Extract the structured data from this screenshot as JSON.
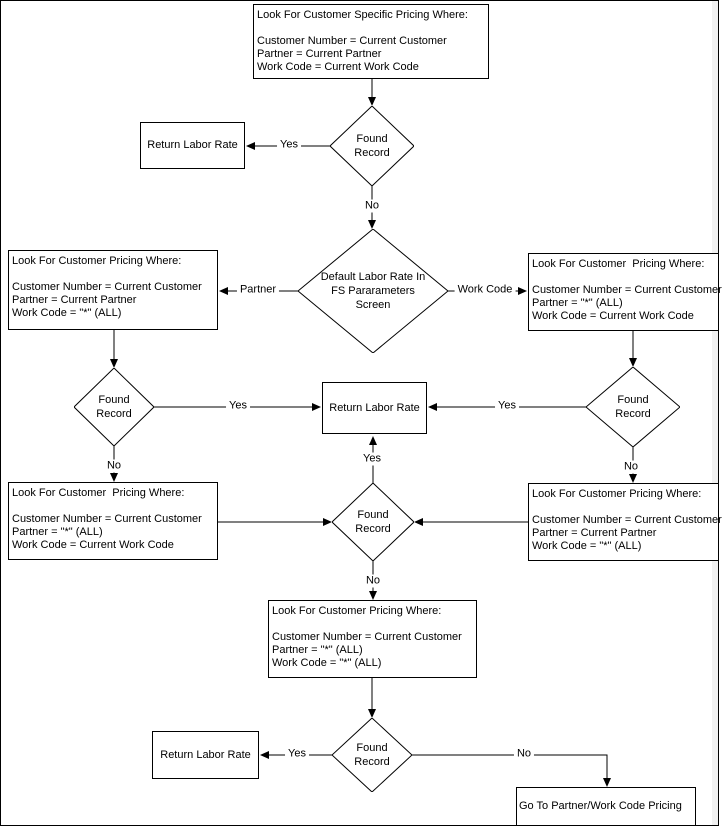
{
  "colors": {
    "line": "#000000",
    "background": "#ffffff",
    "gutter": "#f1f1f1"
  },
  "nodes": {
    "start": {
      "title": "Look For Customer Specific Pricing Where:",
      "cond1": "Customer Number = Current Customer",
      "cond2": "Partner = Current Partner",
      "cond3": "Work Code = Current Work Code"
    },
    "found1": {
      "line1": "Found",
      "line2": "Record"
    },
    "return1": {
      "label": "Return Labor Rate"
    },
    "fs_default": {
      "line1": "Default Labor Rate In",
      "line2": "FS Pararameters",
      "line3": "Screen"
    },
    "partner_branch_box": {
      "title": "Look For Customer Pricing Where:",
      "cond1": "Customer Number = Current Customer",
      "cond2": "Partner = Current Partner",
      "cond3": "Work Code = \"*\" (ALL)"
    },
    "workcode_branch_box": {
      "title": "Look For Customer  Pricing Where:",
      "cond1": "Customer Number = Current Customer",
      "cond2": "Partner = \"*\" (ALL)",
      "cond3": "Work Code = Current Work Code"
    },
    "found2": {
      "line1": "Found",
      "line2": "Record"
    },
    "found3": {
      "line1": "Found",
      "line2": "Record"
    },
    "return2": {
      "label": "Return Labor Rate"
    },
    "left_retry_box": {
      "title": "Look For Customer  Pricing Where:",
      "cond1": "Customer Number = Current Customer",
      "cond2": "Partner = \"*\" (ALL)",
      "cond3": "Work Code = Current Work Code"
    },
    "right_retry_box": {
      "title": "Look For Customer Pricing Where:",
      "cond1": "Customer Number = Current Customer",
      "cond2": "Partner = Current Partner",
      "cond3": "Work Code = \"*\" (ALL)"
    },
    "found4": {
      "line1": "Found",
      "line2": "Record"
    },
    "all_wildcard_box": {
      "title": "Look For Customer Pricing Where:",
      "cond1": "Customer Number = Current Customer",
      "cond2": "Partner = \"*\" (ALL)",
      "cond3": "Work Code = \"*\" (ALL)"
    },
    "found5": {
      "line1": "Found",
      "line2": "Record"
    },
    "return3": {
      "label": "Return Labor Rate"
    },
    "goto": {
      "label": "Go To Partner/Work Code Pricing"
    }
  },
  "edges": {
    "yes1": "Yes",
    "no1": "No",
    "partner": "Partner",
    "work_code": "Work Code",
    "yes2": "Yes",
    "no2": "No",
    "yes3": "Yes",
    "no3": "No",
    "yes4": "Yes",
    "no4": "No",
    "yes5": "Yes",
    "no5": "No"
  }
}
